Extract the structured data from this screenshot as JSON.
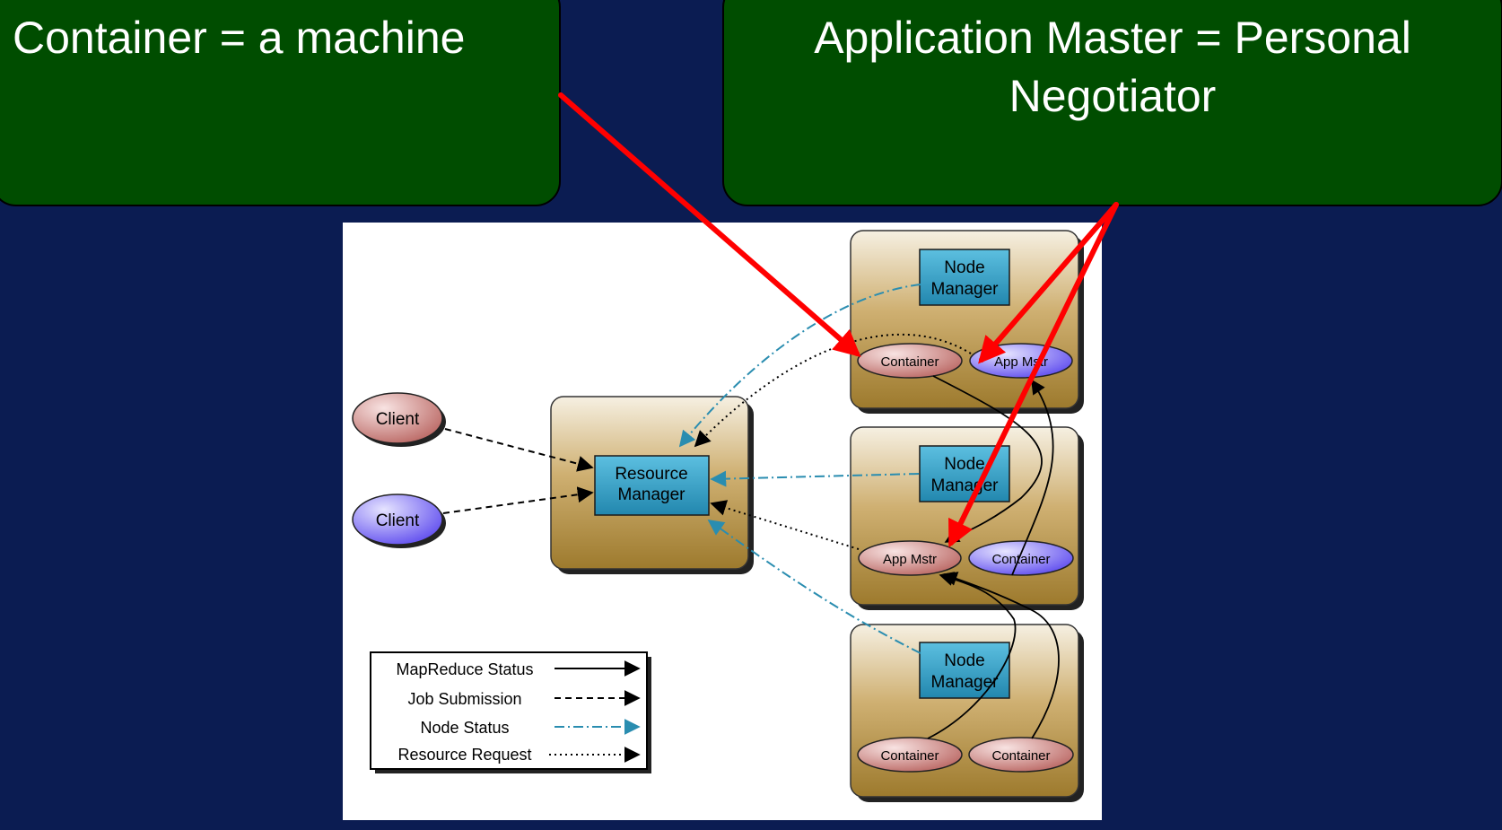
{
  "callouts": {
    "container": "Container = a machine",
    "application_master": "Application Master = Personal Negotiator"
  },
  "diagram": {
    "clients": [
      "Client",
      "Client"
    ],
    "resource_manager": [
      "Resource",
      "Manager"
    ],
    "node_manager": [
      "Node",
      "Manager"
    ],
    "container_label": "Container",
    "app_master_label": "App Mstr"
  },
  "legend": {
    "mapreduce_status": "MapReduce Status",
    "job_submission": "Job Submission",
    "node_status": "Node Status",
    "resource_request": "Resource Request"
  },
  "colors": {
    "background": "#0b1c52",
    "callout": "#004d00",
    "annotation_arrow": "#ff0000",
    "node_status": "#2a8db0",
    "manager_box": "#2a9bc0",
    "client_red": "#c0706e",
    "client_blue": "#6a5ff0"
  }
}
